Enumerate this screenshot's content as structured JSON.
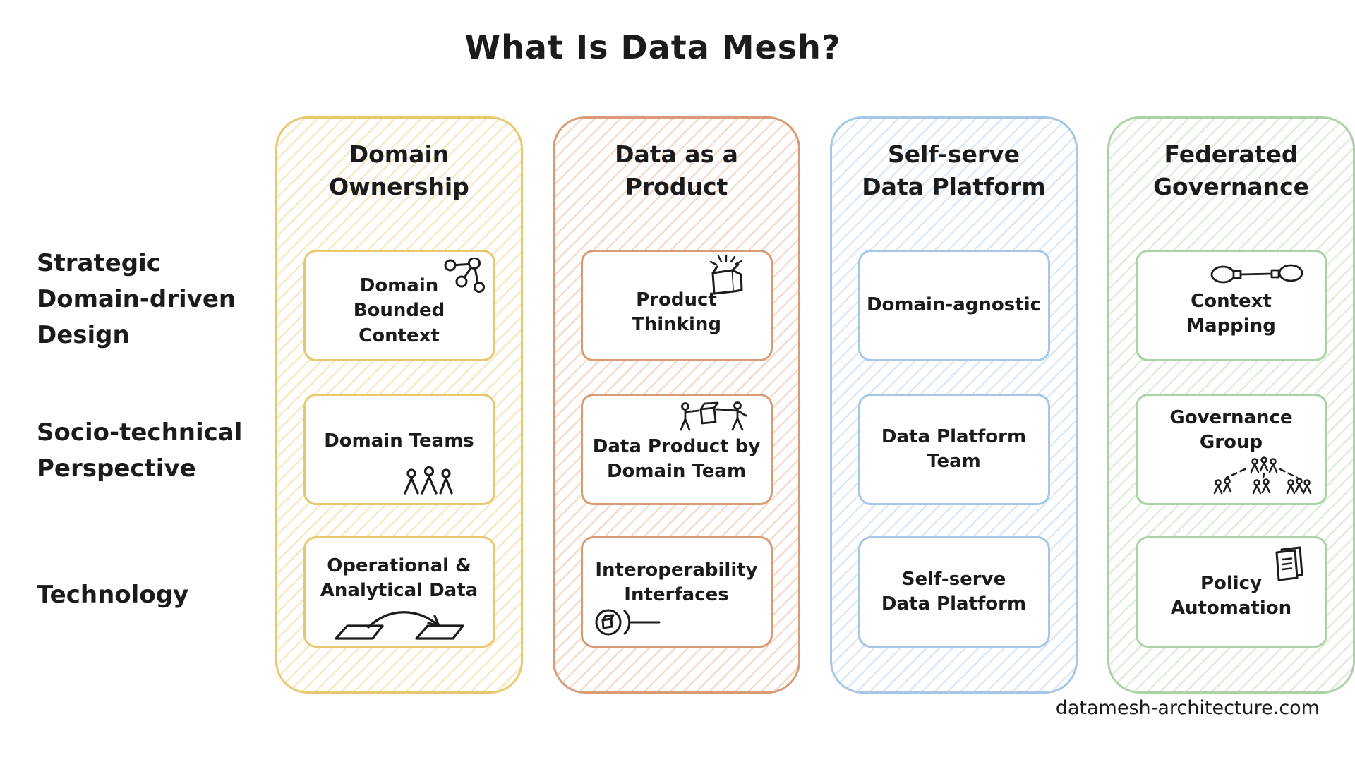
{
  "title": "What Is Data Mesh?",
  "footer": "datamesh-architecture.com",
  "text_color": "#1b1b1b",
  "row_labels": [
    {
      "lines": [
        "Strategic",
        "Domain-driven",
        "Design"
      ]
    },
    {
      "lines": [
        "Socio-technical",
        "Perspective"
      ]
    },
    {
      "lines": [
        "Technology"
      ]
    }
  ],
  "columns": [
    {
      "header_lines": [
        "Domain",
        "Ownership"
      ],
      "border_color": "#E9C76E",
      "hatch_color": "#F6E9C3",
      "cards": [
        {
          "lines": [
            "Domain",
            "Bounded Context"
          ],
          "icon": "network-graph"
        },
        {
          "lines": [
            "Domain Teams"
          ],
          "icon": "people-group"
        },
        {
          "lines": [
            "Operational &",
            "Analytical Data"
          ],
          "icon": "data-flow"
        }
      ]
    },
    {
      "header_lines": [
        "Data as a",
        "Product"
      ],
      "border_color": "#D89B73",
      "hatch_color": "#F3DCCB",
      "cards": [
        {
          "lines": [
            "Product Thinking"
          ],
          "icon": "product-box"
        },
        {
          "lines": [
            "Data Product by",
            "Domain Team"
          ],
          "icon": "team-carry"
        },
        {
          "lines": [
            "Interoperability",
            "Interfaces"
          ],
          "icon": "plug-interface"
        }
      ]
    },
    {
      "header_lines": [
        "Self-serve",
        "Data Platform"
      ],
      "border_color": "#A6C6E8",
      "hatch_color": "#DDE9F5",
      "cards": [
        {
          "lines": [
            "Domain-agnostic"
          ],
          "icon": null
        },
        {
          "lines": [
            "Data Platform",
            "Team"
          ],
          "icon": null
        },
        {
          "lines": [
            "Self-serve",
            "Data Platform"
          ],
          "icon": null
        }
      ]
    },
    {
      "header_lines": [
        "Federated",
        "Governance"
      ],
      "border_color": "#ABD1A5",
      "hatch_color": "#E0EDDB",
      "cards": [
        {
          "lines": [
            "Context Mapping"
          ],
          "icon": "context-map"
        },
        {
          "lines": [
            "Governance",
            "Group"
          ],
          "icon": "org-chart"
        },
        {
          "lines": [
            "Policy",
            "Automation"
          ],
          "icon": "document-stack"
        }
      ]
    }
  ]
}
